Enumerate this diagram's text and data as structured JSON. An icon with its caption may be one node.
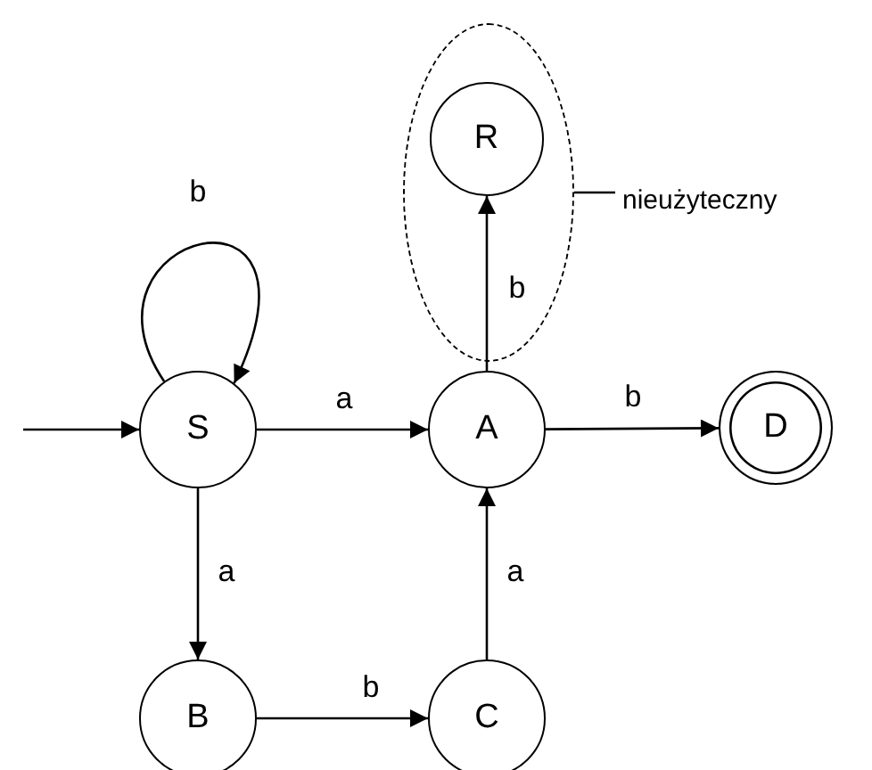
{
  "diagram": {
    "nodes": [
      {
        "text": [],
        "shape": "ellipse"
      },
      {
        "text": [
          "R"
        ],
        "in": 0
      },
      {
        "text": [
          "nieużyteczny"
        ]
      },
      {
        "text": [
          "S"
        ]
      },
      {
        "text": [
          "A"
        ]
      },
      {
        "text": [
          "D"
        ]
      },
      {
        "text": [
          "B"
        ]
      },
      {
        "text": [
          "C"
        ]
      }
    ],
    "edges": [
      {
        "from": null,
        "to": 3,
        "arrow": "to"
      },
      {
        "from": 3,
        "to": 3,
        "label": "b",
        "arrow": "to"
      },
      {
        "from": 3,
        "to": 4,
        "label": "a",
        "arrow": "to"
      },
      {
        "from": 4,
        "to": 5,
        "label": "b",
        "arrow": "to"
      },
      {
        "from": 4,
        "to": 1,
        "label": "b",
        "arrow": "to"
      },
      {
        "from": 3,
        "to": 6,
        "label": "a",
        "arrow": "to"
      },
      {
        "from": 6,
        "to": 7,
        "label": "b",
        "arrow": "to"
      },
      {
        "from": 7,
        "to": 4,
        "label": "a",
        "arrow": "to"
      },
      {
        "from": 2,
        "to": 0,
        "arrow": "none"
      }
    ]
  }
}
